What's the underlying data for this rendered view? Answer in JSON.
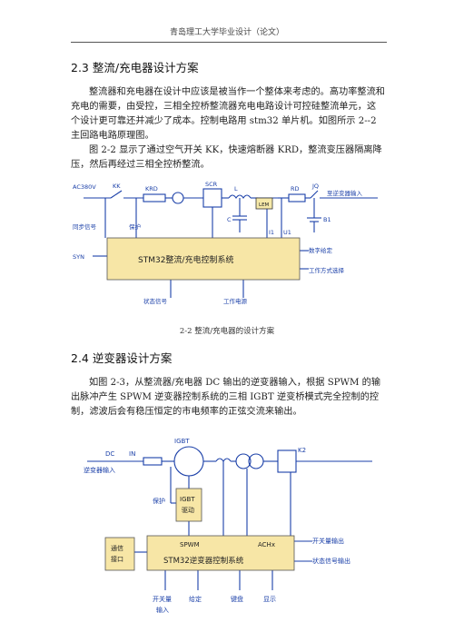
{
  "header": {
    "title": "青岛理工大学毕业设计（论文）"
  },
  "section_1": {
    "heading": "2.3 整流/充电器设计方案",
    "para_1": "整流器和充电器在设计中应该是被当作一个整体来考虑的。高功率整流和充电的需要，由受控，三相全控桥整流器充电电路设计可控硅整流单元，这个设计更可靠还并减少了成本。控制电路用 stm32 单片机。如图所示 2--2 主回路电路原理图。",
    "para_2": "图 2-2 显示了通过空气开关 KK，快速熔断器 KRD，整流变压器隔离降压，然后再经过三相全控桥整流。"
  },
  "figure_1": {
    "caption": "2-2 整流/充电器的设计方案",
    "labels": {
      "ac380v": "AC380V",
      "kk": "KK",
      "krd": "KRD",
      "scr": "SCR",
      "l": "L",
      "lem": "LEM",
      "rd": "RD",
      "jq": "JQ",
      "to_inverter": "至逆变器输入",
      "b1": "B1",
      "c": "C",
      "sync_signal": "同步信号",
      "protect": "保护",
      "i1": "I1",
      "u1": "U1",
      "syn": "SYN",
      "digital_set": "数字给定",
      "controller": "STM32整流/充电控制系统",
      "work_mode": "工作方式选择",
      "status_signal": "状态信号",
      "work_power": "工作电源"
    }
  },
  "section_2": {
    "heading": "2.4 逆变器设计方案",
    "para_1": "如图 2-3，从整流器/充电器 DC 输出的逆变器输入，根据 SPWM 的输出脉冲产生 SPWM 逆变器控制系统的三相 IGBT 逆变桥模式完全控制的控制，滤波后会有稳压恒定的市电频率的正弦交流来输出。"
  },
  "figure_2": {
    "labels": {
      "dc": "DC",
      "in": "IN",
      "inverter_input": "逆变器输入",
      "igbt": "IGBT",
      "k2": "K2",
      "protect": "保护",
      "igbt_drive_1": "IGBT",
      "igbt_drive_2": "驱动",
      "comm_1": "通信",
      "comm_2": "接口",
      "spwm": "SPWM",
      "achx": "ACHx",
      "controller": "STM32逆变器控制系统",
      "switch_output": "开关量输出",
      "status_output": "状态信号输出",
      "switch_input_1": "开关量",
      "switch_input_2": "输入",
      "setpoint": "给定",
      "keyboard": "键盘",
      "display": "显示"
    }
  }
}
